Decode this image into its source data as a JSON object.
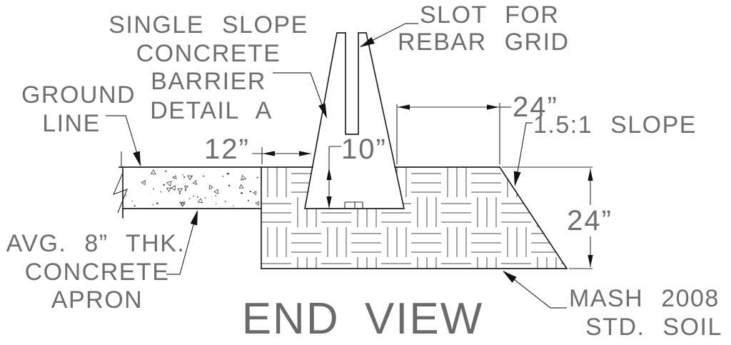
{
  "drawing": {
    "title": "END VIEW",
    "labels": {
      "ground_line": [
        "GROUND",
        "LINE"
      ],
      "barrier_note": [
        "SINGLE SLOPE",
        "CONCRETE",
        "BARRIER",
        "DETAIL A"
      ],
      "slot_note": [
        "SLOT FOR",
        "REBAR GRID"
      ],
      "slope_note": "1.5:1 SLOPE",
      "apron_note": [
        "AVG. 8” THK.",
        "CONCRETE",
        "APRON"
      ],
      "soil_note": [
        "MASH 2008",
        "STD. SOIL"
      ]
    },
    "dimensions": {
      "apron_to_barrier_offset": "12”",
      "barrier_embedment_depth": "10”",
      "soil_shoulder_width": "24”",
      "soil_depth": "24”"
    },
    "colors": {
      "background": "#ffffff",
      "object_line": "#222222",
      "dimension_line": "#2b2b2b",
      "text": "#6e6e6e",
      "arrowhead": "#111111"
    }
  }
}
